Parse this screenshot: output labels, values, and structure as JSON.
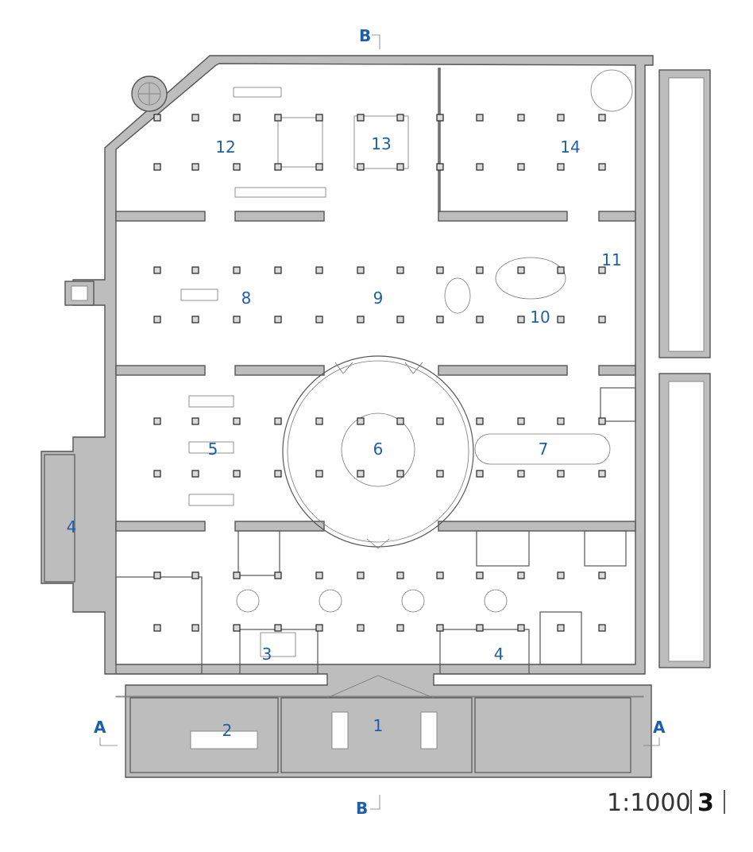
{
  "rooms": [
    {
      "label": "1"
    },
    {
      "label": "2"
    },
    {
      "label": "3"
    },
    {
      "label": "4"
    },
    {
      "label": "4"
    },
    {
      "label": "5"
    },
    {
      "label": "6"
    },
    {
      "label": "7"
    },
    {
      "label": "8"
    },
    {
      "label": "9"
    },
    {
      "label": "10"
    },
    {
      "label": "11"
    },
    {
      "label": "12"
    },
    {
      "label": "13"
    },
    {
      "label": "14"
    }
  ],
  "sections": {
    "a_left": "A",
    "a_right": "A",
    "b_top": "B",
    "b_bottom": "B"
  },
  "scale": "1:1000",
  "page_number": "3",
  "colors": {
    "label": "#1f5fa8",
    "wall": "#bdbdbd",
    "line": "#555555"
  }
}
